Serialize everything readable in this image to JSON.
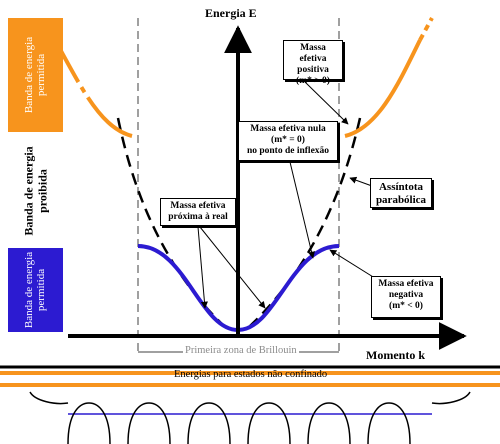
{
  "axes": {
    "energy_label": "Energia E",
    "momentum_label": "Momento k"
  },
  "bands": {
    "allowed_top": "Banda de energia\npermitida",
    "forbidden": "Banda de energia\nproibida",
    "allowed_bottom": "Banda de energia\npermitida"
  },
  "annotations": {
    "positive_mass": [
      "Massa efetiva",
      "positiva",
      "(m* > 0)"
    ],
    "null_mass": [
      "Massa efetiva nula",
      "(m* = 0)",
      "no ponto de inflexão"
    ],
    "real_mass": [
      "Massa efetiva",
      "próxima à real"
    ],
    "negative_mass": [
      "Massa efetiva",
      "negativa",
      "(m* < 0)"
    ],
    "asymptote": [
      "Assíntota",
      "parabólica"
    ]
  },
  "brillouin_zone_label": "Primeira zona de Brillouin",
  "unconfined_label": "Energias para estados não confinado",
  "colors": {
    "upper_band": "#f7941d",
    "lower_band": "#2c1bd1",
    "axis": "#000000",
    "brillouin_boundary": "#a0a0a0",
    "well_line": "#2c1bd1"
  }
}
